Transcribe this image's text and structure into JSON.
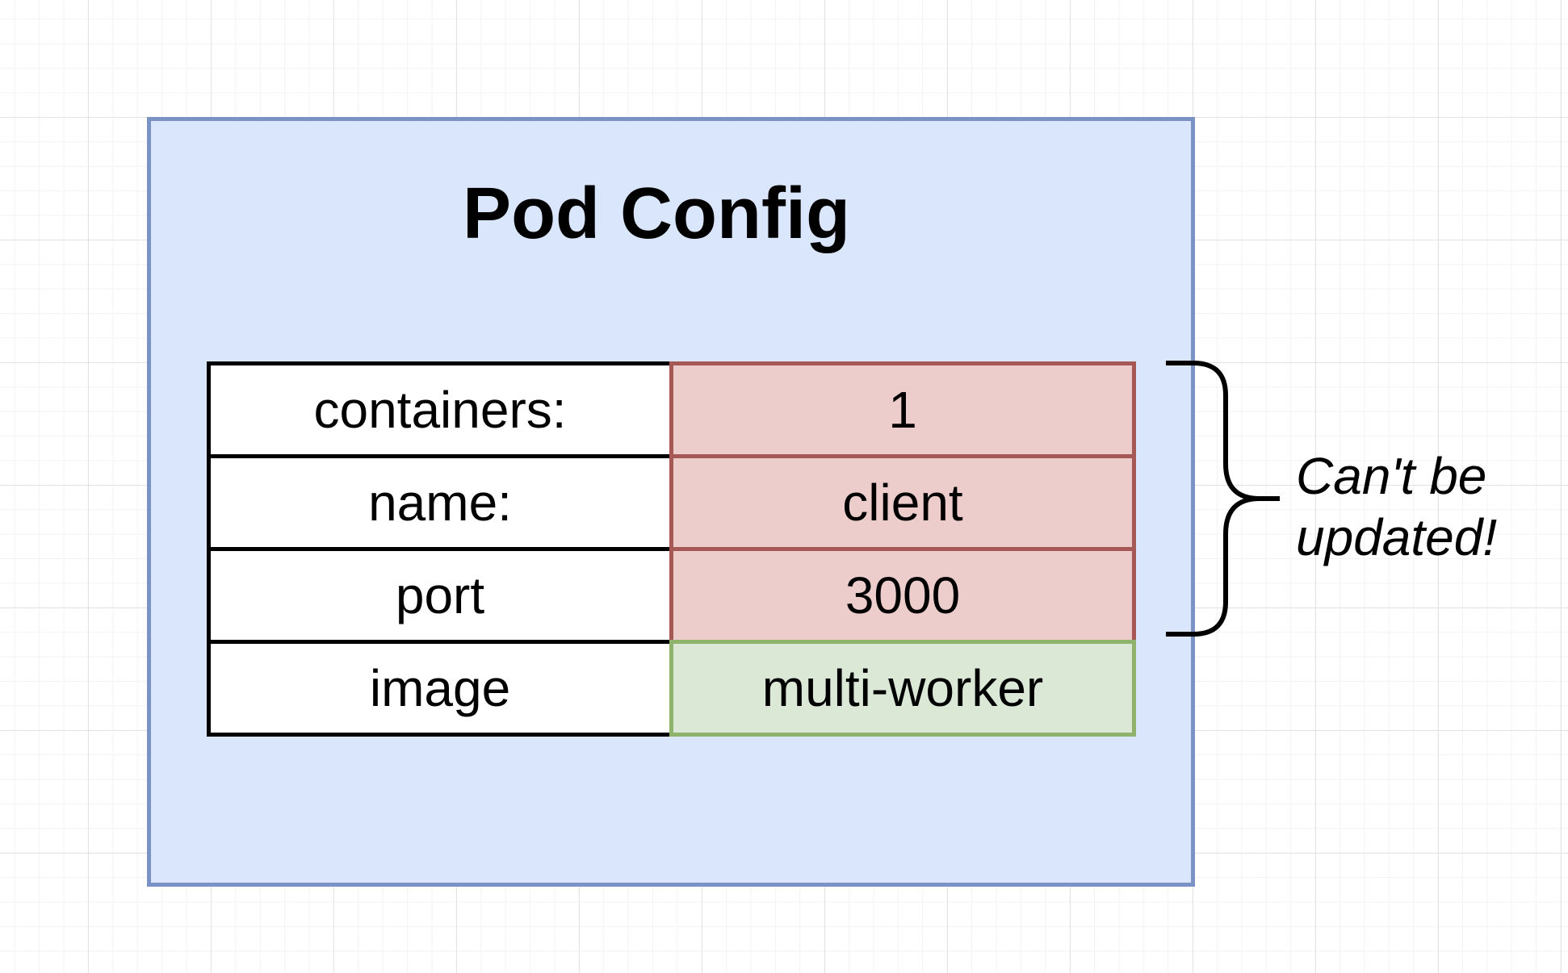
{
  "diagram": {
    "title": "Pod Config",
    "rows": [
      {
        "key": "containers:",
        "value": "1",
        "updatable": false
      },
      {
        "key": "name:",
        "value": "client",
        "updatable": false
      },
      {
        "key": "port",
        "value": "3000",
        "updatable": false
      },
      {
        "key": "image",
        "value": "multi-worker",
        "updatable": true
      }
    ],
    "note": {
      "line1": "Can't be",
      "line2": "updated!"
    },
    "colors": {
      "pod_fill": "#dae6fb",
      "pod_border": "#7b93c4",
      "locked_fill": "#eccdcc",
      "locked_border": "#a55856",
      "free_fill": "#dbe8d6",
      "free_border": "#8fb26c"
    },
    "icons": {
      "brace": "right-curly-brace-icon"
    }
  }
}
